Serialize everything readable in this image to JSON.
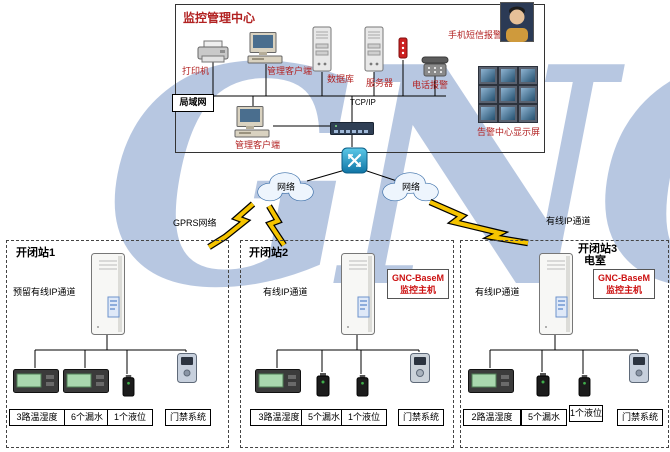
{
  "watermark": "GNC",
  "center": {
    "title": "监控管理中心",
    "printer_label": "打印机",
    "client1_label": "管理客户端",
    "database_label": "数据库",
    "server_label": "服务器",
    "phone_label": "电话报警",
    "sms_label": "手机短信报警",
    "wall_label": "告警中心显示屏",
    "client2_label": "管理客户端",
    "lan_label": "局域网",
    "tcpip_label": "TCP/IP"
  },
  "network": {
    "cloud_left_label": "网络",
    "cloud_right_label": "网络",
    "gprs_label": "GPRS网络",
    "wired_label": "有线IP通道"
  },
  "stations": [
    {
      "name": "开闭站1",
      "room": "",
      "channel": "预留有线IP通道",
      "host_line1": "",
      "host_line2": "",
      "sensors": [
        {
          "label": "3路温湿度"
        },
        {
          "label": "6个漏水"
        },
        {
          "label": "1个液位"
        },
        {
          "label": "门禁系统"
        }
      ]
    },
    {
      "name": "开闭站2",
      "room": "",
      "channel": "有线IP通道",
      "host_line1": "GNC-BaseM",
      "host_line2": "监控主机",
      "sensors": [
        {
          "label": "3路温湿度"
        },
        {
          "label": "5个漏水"
        },
        {
          "label": "1个液位"
        },
        {
          "label": "门禁系统"
        }
      ]
    },
    {
      "name": "开闭站3",
      "room": "电室",
      "channel": "有线IP通道",
      "host_line1": "GNC-BaseM",
      "host_line2": "监控主机",
      "sensors": [
        {
          "label": "2路温湿度"
        },
        {
          "label": "5个漏水"
        },
        {
          "label": "1个液位"
        },
        {
          "label": "门禁系统"
        }
      ]
    }
  ]
}
